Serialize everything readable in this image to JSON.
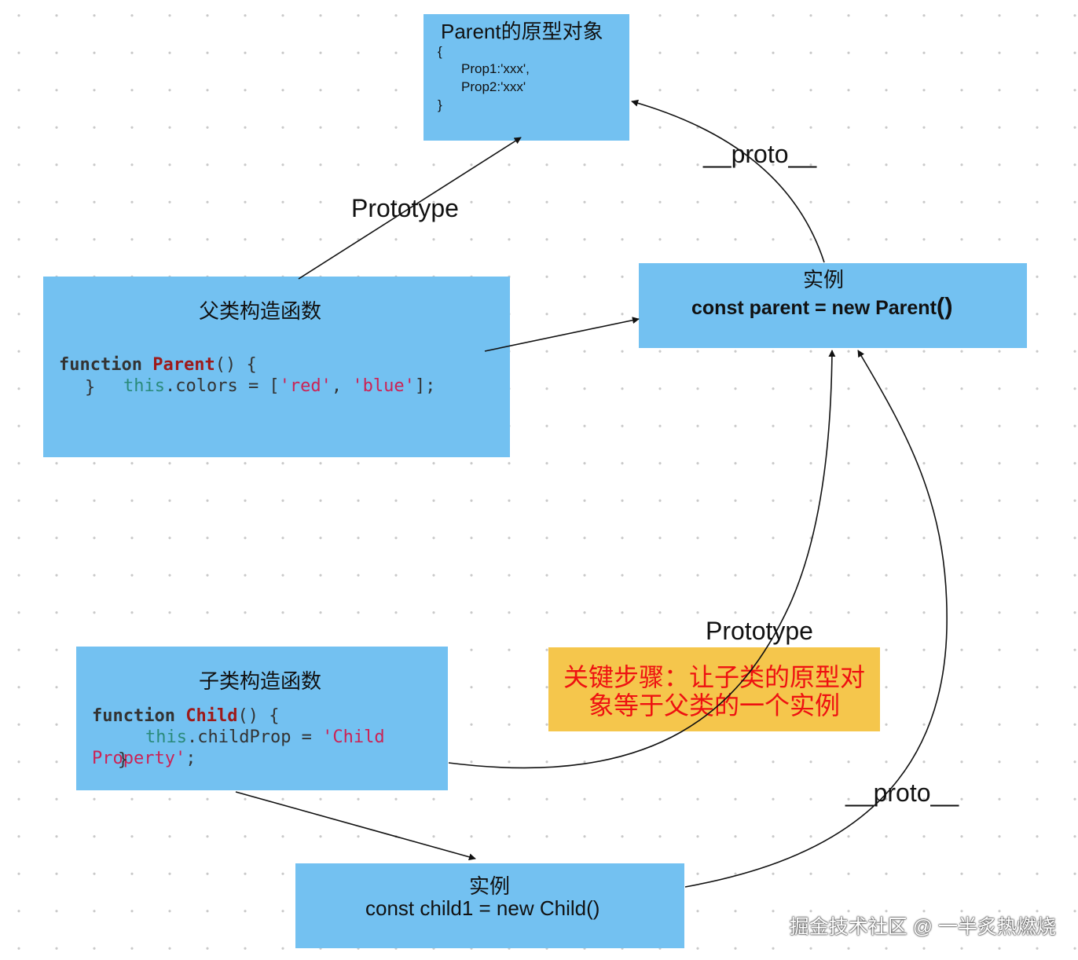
{
  "parent_prototype": {
    "title": "Parent的原型对象",
    "lines": [
      "{",
      "Prop1:'xxx',",
      "Prop2:'xxx'",
      "}"
    ]
  },
  "parent_constructor": {
    "title": "父类构造函数",
    "code": {
      "kw_function": "function",
      "name": "Parent",
      "sig_rest": "() {",
      "this_kw": "this",
      "prop_assign": ".colors = [",
      "str1": "'red'",
      "comma": ", ",
      "str2": "'blue'",
      "end": "];",
      "close": "}"
    }
  },
  "parent_instance": {
    "title": "实例",
    "code": "const parent = new Parent",
    "parens": "()"
  },
  "child_constructor": {
    "title": "子类构造函数",
    "code": {
      "kw_function": "function",
      "name": "Child",
      "sig_rest": "() {",
      "this_kw": "this",
      "prop_assign": ".childProp = ",
      "str_a": "'Child",
      "str_b": "Property'",
      "end": ";",
      "close": "}"
    }
  },
  "child_instance": {
    "title": "实例",
    "code": "const child1 = new Child()"
  },
  "edge_labels": {
    "prototype_top": "Prototype",
    "proto_top": "__proto__",
    "prototype_bottom": "Prototype",
    "proto_bottom": "__proto__"
  },
  "key_step_note": {
    "line1": "关键步骤：让子类的原型对",
    "line2": "象等于父类的一个实例"
  },
  "watermark": "掘金技术社区 @ 一半炙热燃烧",
  "colors": {
    "box": "#73c1f1",
    "note": "#f5c64c",
    "note_text": "#ee1111"
  }
}
